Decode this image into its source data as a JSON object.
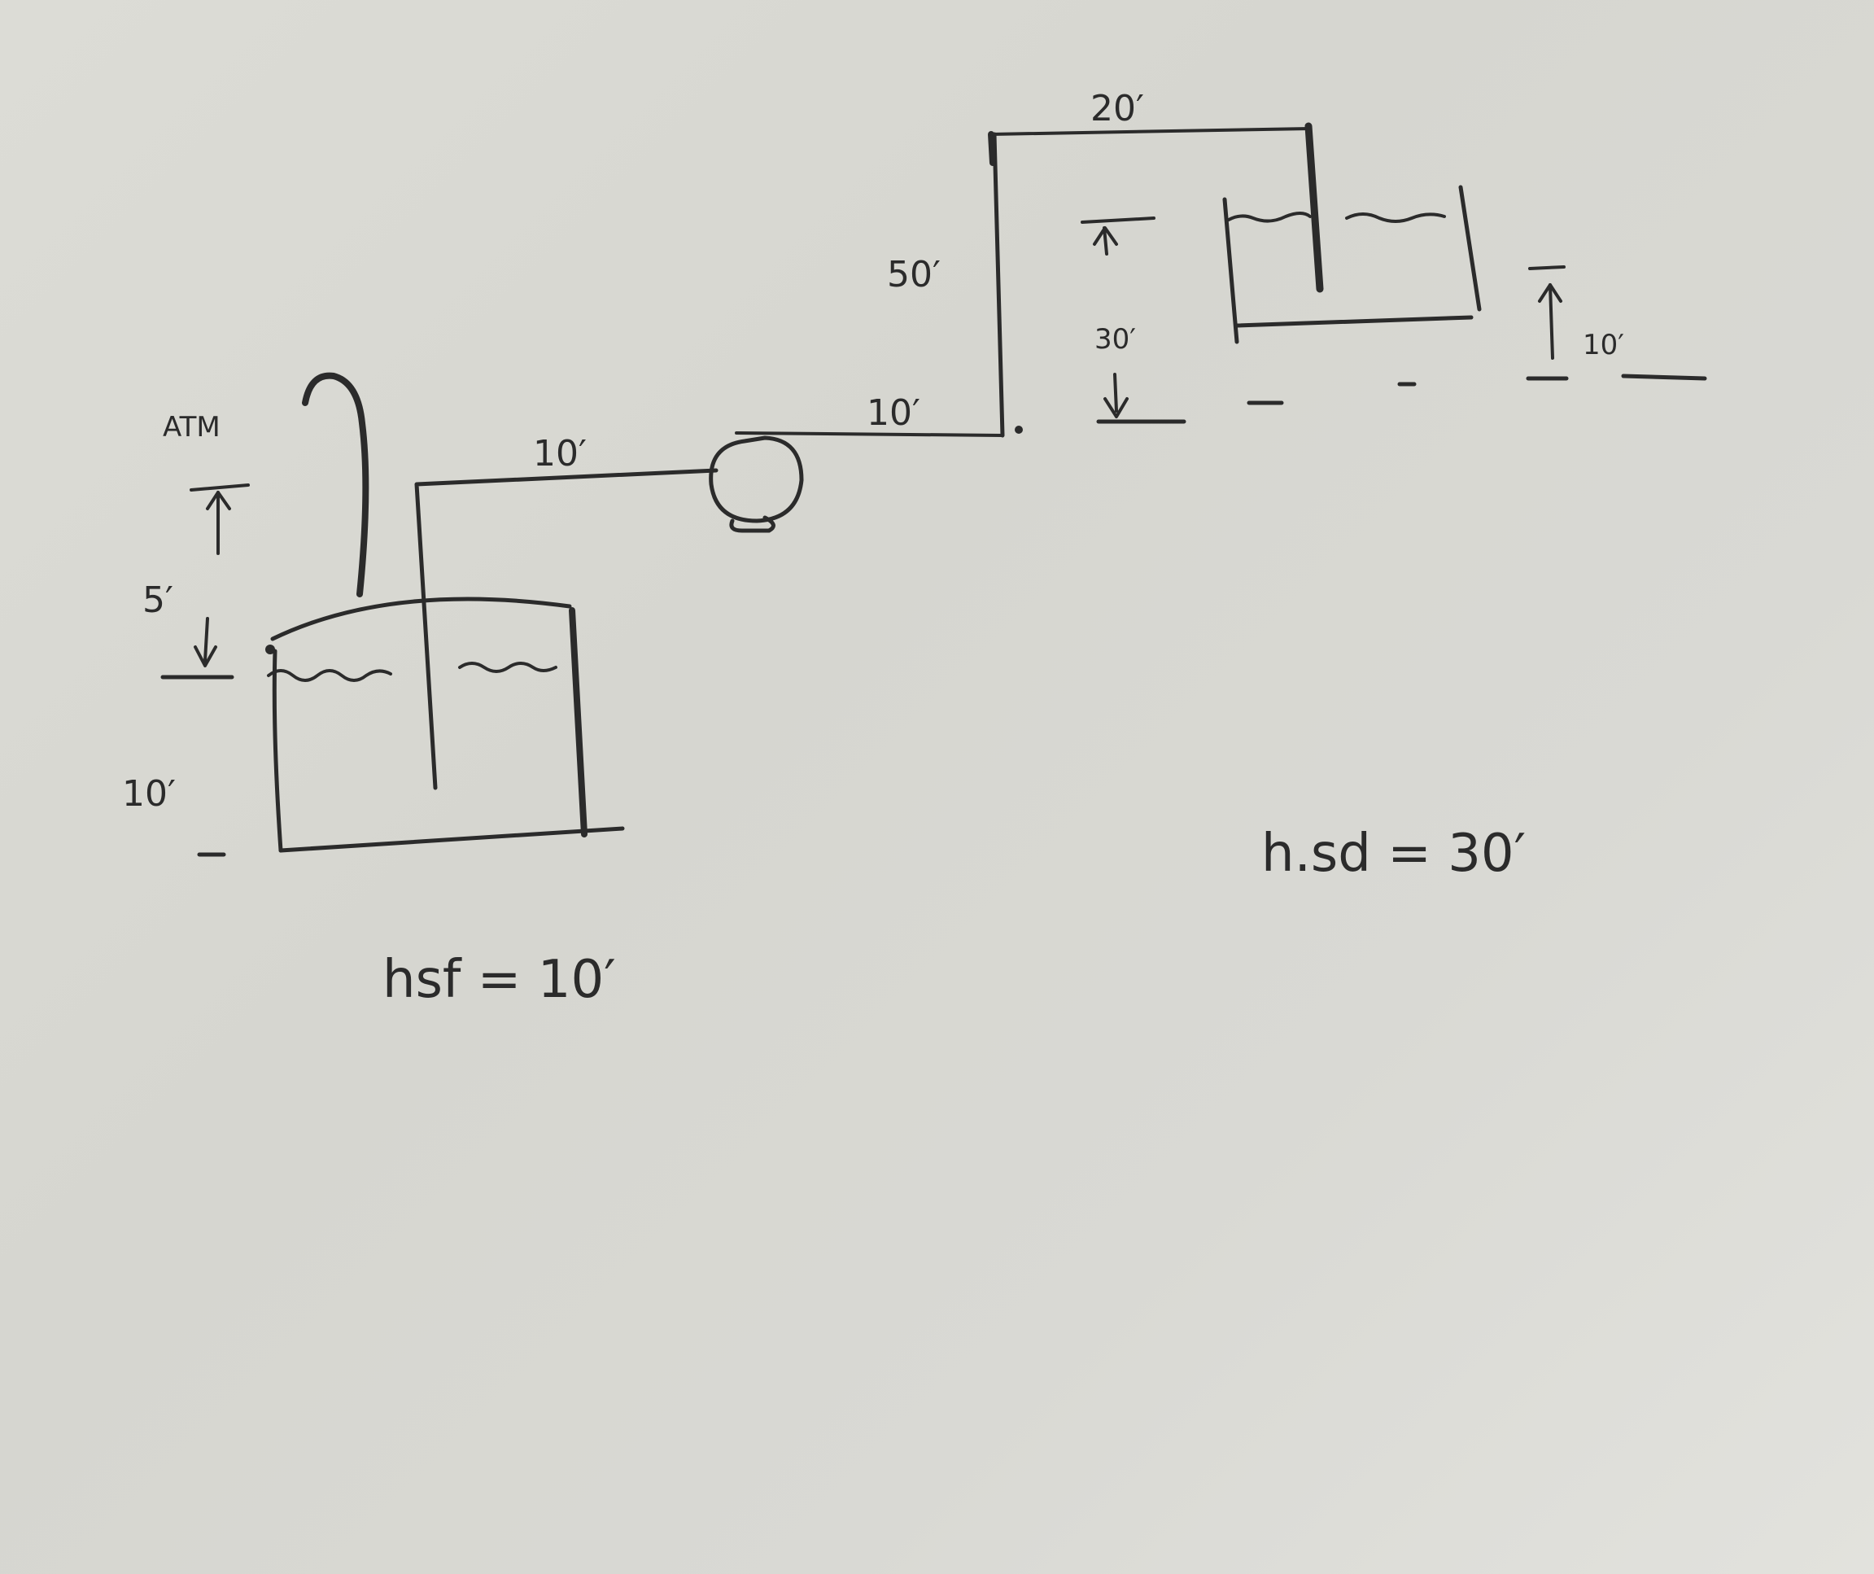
{
  "labels": {
    "atm": "ATM",
    "suction_static_head": "5′",
    "suction_tank_level": "10′",
    "suction_pipe_length": "10′",
    "discharge_horizontal_run": "10′",
    "discharge_vertical_rise": "50′",
    "discharge_top_run": "20′",
    "discharge_static_height": "30′",
    "discharge_tank_level": "10′"
  },
  "results": {
    "hsf": "hsf = 10′",
    "hsd": "h.sd = 30′"
  },
  "colors": {
    "ink": "#2b2b2b",
    "paper": "#d9d9d4"
  }
}
